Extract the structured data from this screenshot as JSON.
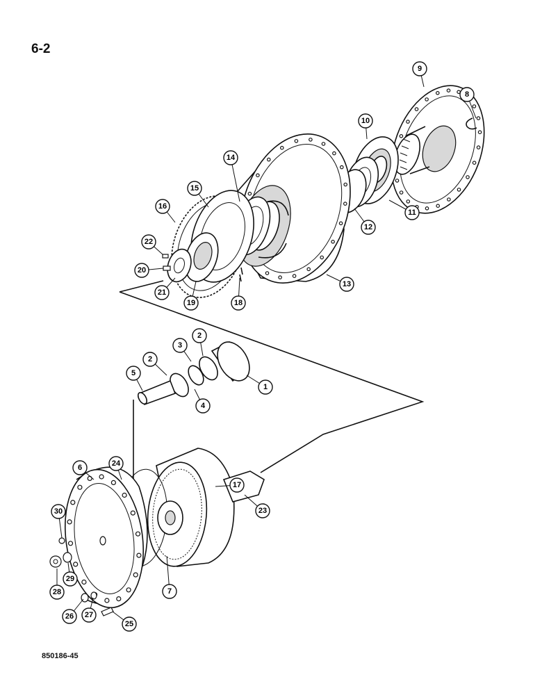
{
  "page_number": "6-2",
  "reference_code": "850186-45",
  "callouts": [
    "1",
    "2",
    "2",
    "3",
    "4",
    "5",
    "6",
    "7",
    "8",
    "9",
    "10",
    "11",
    "12",
    "13",
    "14",
    "15",
    "16",
    "17",
    "18",
    "19",
    "20",
    "21",
    "22",
    "23",
    "24",
    "25",
    "26",
    "27",
    "28",
    "29",
    "30"
  ]
}
